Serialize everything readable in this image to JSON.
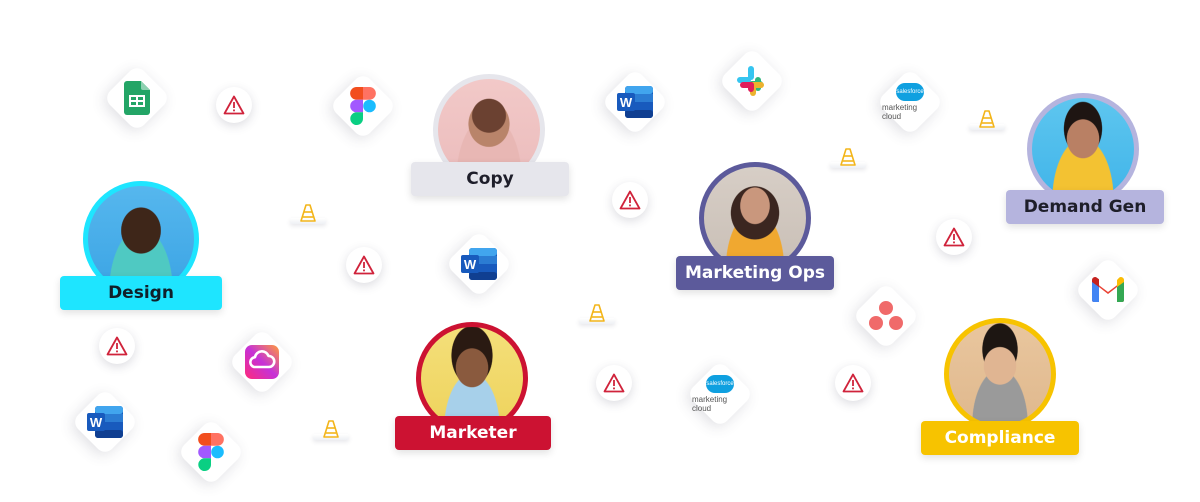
{
  "roles": {
    "design": "Design",
    "copy": "Copy",
    "marketing_ops": "Marketing Ops",
    "demand_gen": "Demand Gen",
    "marketer": "Marketer",
    "compliance": "Compliance"
  },
  "salesforce": {
    "brand": "salesforce",
    "product": "marketing cloud"
  },
  "colors": {
    "design": "#1ee5ff",
    "copy": "#e6e6ec",
    "marketing_ops": "#5c5a9b",
    "demand_gen": "#b5b4de",
    "marketer": "#cc1232",
    "compliance": "#f7c300",
    "warning": "#d0233b",
    "cone": "#f3b51a"
  },
  "icons": [
    "google-sheets-icon",
    "figma-icon",
    "word-icon",
    "slack-icon",
    "salesforce-marketing-cloud-icon",
    "adobe-creative-cloud-icon",
    "asana-icon",
    "gmail-icon",
    "warning-icon",
    "traffic-cone-icon"
  ]
}
